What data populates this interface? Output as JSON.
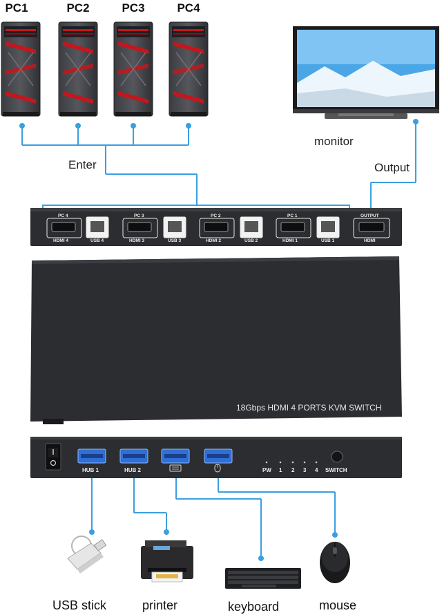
{
  "pcs": [
    {
      "label": "PC1"
    },
    {
      "label": "PC2"
    },
    {
      "label": "PC3"
    },
    {
      "label": "PC4"
    }
  ],
  "labels": {
    "enter": "Enter",
    "monitor": "monitor",
    "output": "Output"
  },
  "back_panel": {
    "ports": [
      {
        "top": "PC 4",
        "hdmi": "HDMI 4",
        "usb": "USB 4"
      },
      {
        "top": "PC 3",
        "hdmi": "HDMI 3",
        "usb": "USB 3"
      },
      {
        "top": "PC 2",
        "hdmi": "HDMI 2",
        "usb": "USB 2"
      },
      {
        "top": "PC 1",
        "hdmi": "HDMI 1",
        "usb": "USB 1"
      }
    ],
    "output_top": "OUTPUT",
    "output_bottom": "HDMI"
  },
  "device": {
    "name": "18Gbps HDMI 4 PORTS KVM SWITCH"
  },
  "front_panel": {
    "hub1": "HUB 1",
    "hub2": "HUB 2",
    "indicators": [
      "PW",
      "1",
      "2",
      "3",
      "4"
    ],
    "switch": "SWITCH"
  },
  "peripherals": {
    "usb_stick": "USB stick",
    "printer": "printer",
    "keyboard": "keyboard",
    "mouse": "mouse"
  },
  "colors": {
    "connector_line": "#3a9fe0",
    "device_body": "#2b2d31",
    "pc_accent": "#c4161c",
    "usb_blue": "#2f6fd6"
  }
}
